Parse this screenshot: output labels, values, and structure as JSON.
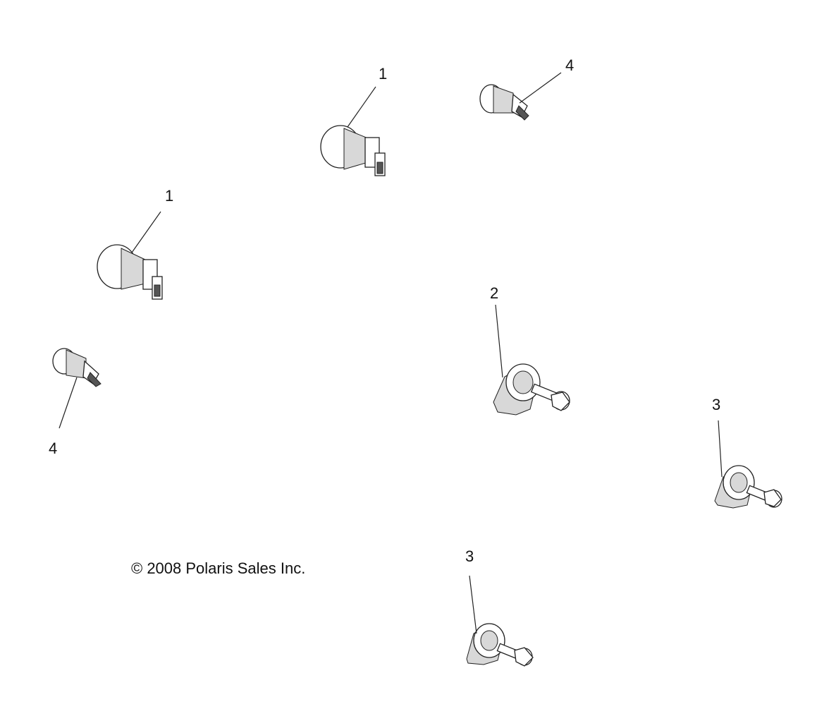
{
  "callouts": {
    "c1a": "1",
    "c1b": "1",
    "c2": "2",
    "c3a": "3",
    "c3b": "3",
    "c4a": "4",
    "c4b": "4"
  },
  "copyright": "© 2008 Polaris Sales Inc.",
  "parts": [
    {
      "callout": "1",
      "icon": "wedge-bulb-large-icon"
    },
    {
      "callout": "2",
      "icon": "halogen-headlight-bulb-icon"
    },
    {
      "callout": "3",
      "icon": "halogen-headlight-bulb-icon"
    },
    {
      "callout": "4",
      "icon": "wedge-bulb-small-icon"
    }
  ]
}
